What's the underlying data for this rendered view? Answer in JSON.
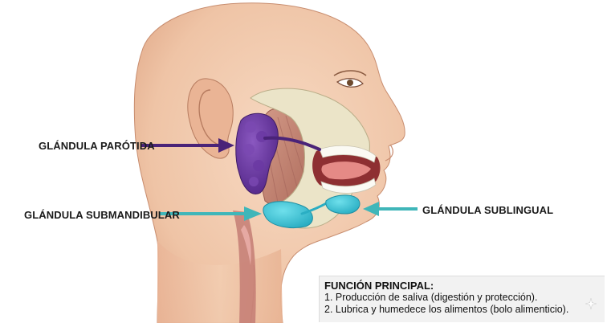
{
  "labels": {
    "parotid": "GLÁNDULA PARÓTIDA",
    "submandibular": "GLÁNDULA SUBMANDIBULAR",
    "sublingual": "GLÁNDULA SUBLINGUAL"
  },
  "info": {
    "title": "FUNCIÓN PRINCIPAL:",
    "line1": "1. Producción de saliva (digestión y protección).",
    "line2": "2. Lubrica y humedece los alimentos (bolo alimenticio)."
  },
  "colors": {
    "skin": "#f2cdb1",
    "skin_shadow": "#e2ae8e",
    "muscle": "#c98b7a",
    "bone": "#e9e2c6",
    "parotid": "#6b3a9e",
    "parotid_arrow": "#4a2378",
    "salivary_blue": "#3cc6d8",
    "arrow_teal": "#3fb6b9",
    "text": "#1b1b1b",
    "info_bg": "#f2f2f2"
  },
  "icons": {
    "sparkle": "sparkle-icon"
  }
}
